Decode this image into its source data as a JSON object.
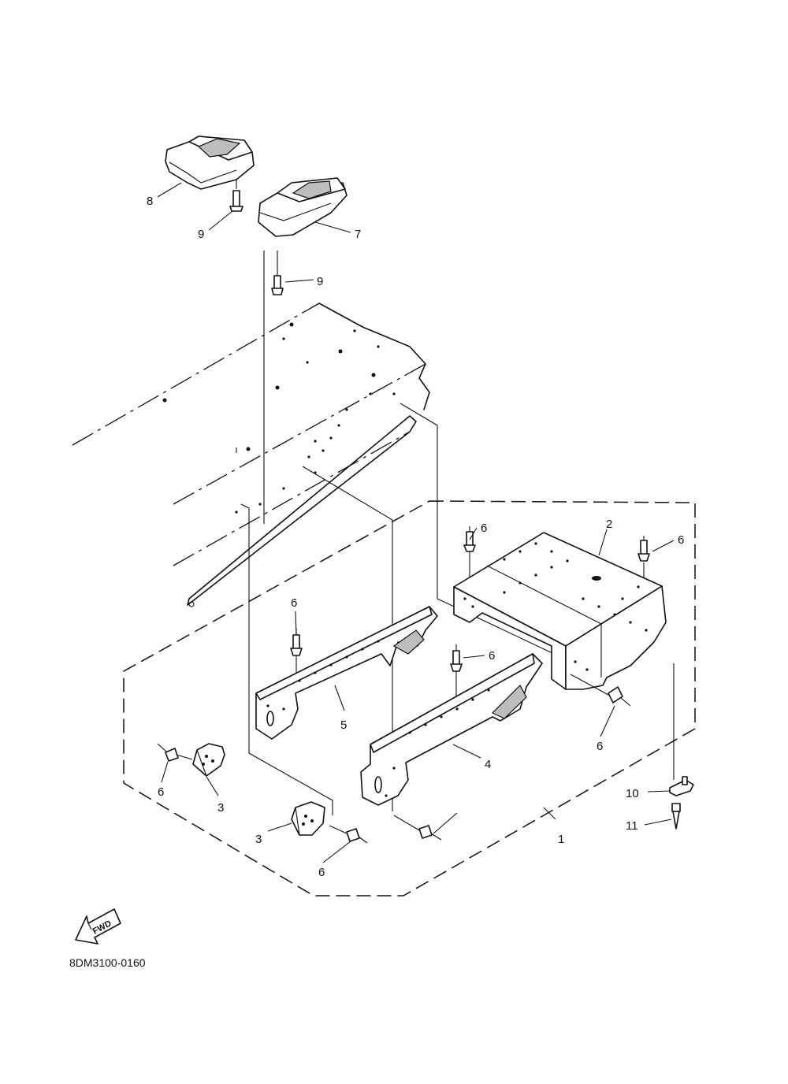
{
  "diagram_code": "8DM3100-0160",
  "fwd_label": "FWD",
  "callouts": {
    "c1": "1",
    "c2": "2",
    "c3a": "3",
    "c3b": "3",
    "c4": "4",
    "c5": "5",
    "c6a": "6",
    "c6b": "6",
    "c6c": "6",
    "c6d": "6",
    "c6e": "6",
    "c6f": "6",
    "c6g": "6",
    "c7": "7",
    "c8": "8",
    "c9a": "9",
    "c9b": "9",
    "c10": "10",
    "c11": "11"
  }
}
